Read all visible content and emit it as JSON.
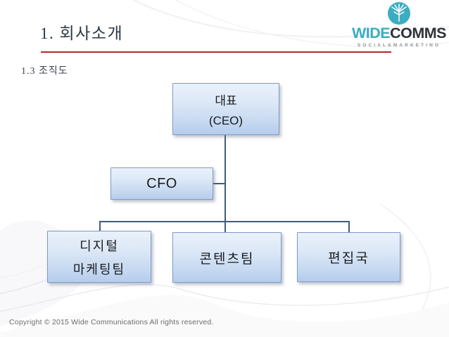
{
  "slide": {
    "title": "1. 회사소개",
    "subtitle": "1.3 조직도",
    "footer": "Copyright © 2015 Wide Communications All rights reserved."
  },
  "logo": {
    "icon": "tree-icon",
    "word_primary": "WIDE",
    "word_secondary": "COMMS",
    "tagline": "SOCIAL&MARKETING"
  },
  "org_chart": {
    "nodes": [
      {
        "id": "ceo",
        "lines": [
          "대표",
          "(CEO)"
        ]
      },
      {
        "id": "cfo",
        "lines": [
          "CFO"
        ]
      },
      {
        "id": "digital-marketing",
        "lines": [
          "디지털",
          "마케팅팀"
        ]
      },
      {
        "id": "content-team",
        "lines": [
          "콘텐츠팀"
        ]
      },
      {
        "id": "editorial",
        "lines": [
          "편집국"
        ]
      }
    ]
  },
  "theme": {
    "accent_red": "#b0282c",
    "logo_teal": "#3aadc1",
    "logo_dark": "#2e3338",
    "box_border": "#7f9bc7",
    "connector": "#3f5d7b",
    "title_navy": "#2c3845"
  }
}
